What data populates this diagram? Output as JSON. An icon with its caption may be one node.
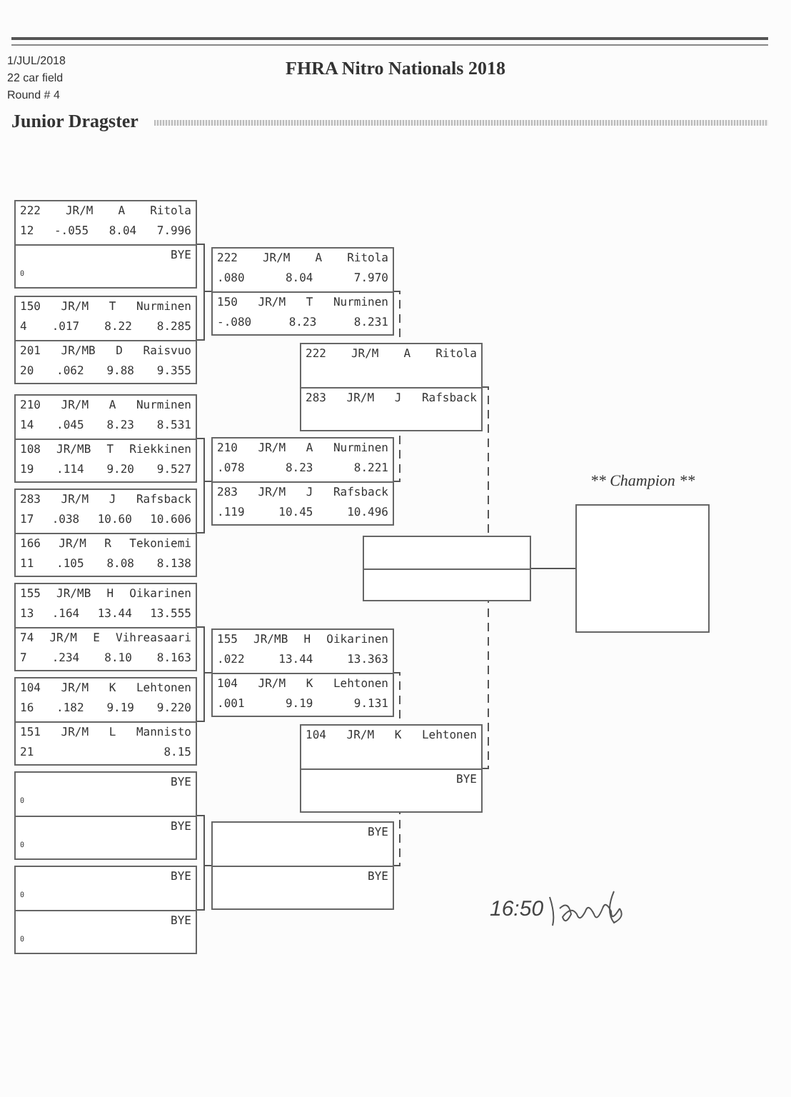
{
  "diagram": {
    "title": "FHRA Nitro Nationals 2018",
    "nodes": [
      {
        "text": [
          "222 JR/M A Ritola",
          "12 -.055 8.04 7.996",
          "BYE",
          "0"
        ]
      },
      {
        "text": [
          "150 JR/M T Nurminen",
          "4 .017 8.22 8.285",
          "201 JR/MB D Raisvuo",
          "20 .062 9.88 9.355"
        ]
      },
      {
        "text": [
          "210 JR/M A Nurminen",
          "14 .045 8.23 8.531",
          "108 JR/MB T Riekkinen",
          "19 .114 9.20 9.527"
        ]
      },
      {
        "text": [
          "283 JR/M J Rafsback",
          "17 .038 10.60 10.606",
          "166 JR/M R Tekoniemi",
          "11 .105 8.08 8.138"
        ]
      },
      {
        "text": [
          "155 JR/MB H Oikarinen",
          "13 .164 13.44 13.555",
          "74 JR/M E Vihreasaari",
          "7 .234 8.10 8.163"
        ]
      },
      {
        "text": [
          "104 JR/M K Lehtonen",
          "16 .182 9.19 9.220",
          "151 JR/M L Mannisto",
          "21 8.15"
        ]
      },
      {
        "text": [
          "BYE",
          "0",
          "BYE",
          "0"
        ]
      },
      {
        "text": [
          "BYE",
          "0",
          "BYE",
          "0"
        ]
      },
      {
        "text": [
          "222 JR/M A Ritola",
          ".080 8.04 7.970",
          "150 JR/M T Nurminen",
          "-.080 8.23 8.231"
        ]
      },
      {
        "text": [
          "210 JR/M A Nurminen",
          ".078 8.23 8.221",
          "283 JR/M J Rafsback",
          ".119 10.45 10.496"
        ]
      },
      {
        "text": [
          "155 JR/MB H Oikarinen",
          ".022 13.44 13.363",
          "104 JR/M K Lehtonen",
          ".001 9.19 9.131"
        ]
      },
      {
        "text": [
          "BYE",
          "BYE"
        ]
      },
      {
        "text": [
          "222 JR/M A Ritola",
          "283 JR/M J Rafsback"
        ]
      },
      {
        "text": [
          "104 JR/M K Lehtonen",
          "BYE"
        ]
      },
      {
        "text": [],
        "shape": "box"
      },
      {
        "text": [
          "** Champion **"
        ]
      }
    ],
    "edges": [
      {
        "from": 0,
        "to": 8,
        "arrow": "none"
      },
      {
        "from": 1,
        "to": 8,
        "arrow": "none"
      },
      {
        "from": 2,
        "to": 9,
        "arrow": "none"
      },
      {
        "from": 3,
        "to": 9,
        "arrow": "none"
      },
      {
        "from": 4,
        "to": 10,
        "arrow": "none"
      },
      {
        "from": 5,
        "to": 10,
        "arrow": "none"
      },
      {
        "from": 6,
        "to": 11,
        "arrow": "none"
      },
      {
        "from": 7,
        "to": 11,
        "arrow": "none"
      },
      {
        "from": 8,
        "to": 12,
        "arrow": "none",
        "style": "dashed"
      },
      {
        "from": 9,
        "to": 12,
        "arrow": "none",
        "style": "dashed"
      },
      {
        "from": 10,
        "to": 13,
        "arrow": "none",
        "style": "dashed"
      },
      {
        "from": 11,
        "to": 13,
        "arrow": "none",
        "style": "dashed"
      },
      {
        "from": 12,
        "to": 14,
        "arrow": "none",
        "style": "dashed"
      },
      {
        "from": 13,
        "to": 14,
        "arrow": "none",
        "style": "dashed"
      },
      {
        "from": 14,
        "to": 15,
        "arrow": "none"
      }
    ],
    "labels": [
      "1/JUL/2018",
      "22 car field",
      "Round # 4",
      "Junior Dragster",
      "16:50"
    ]
  }
}
